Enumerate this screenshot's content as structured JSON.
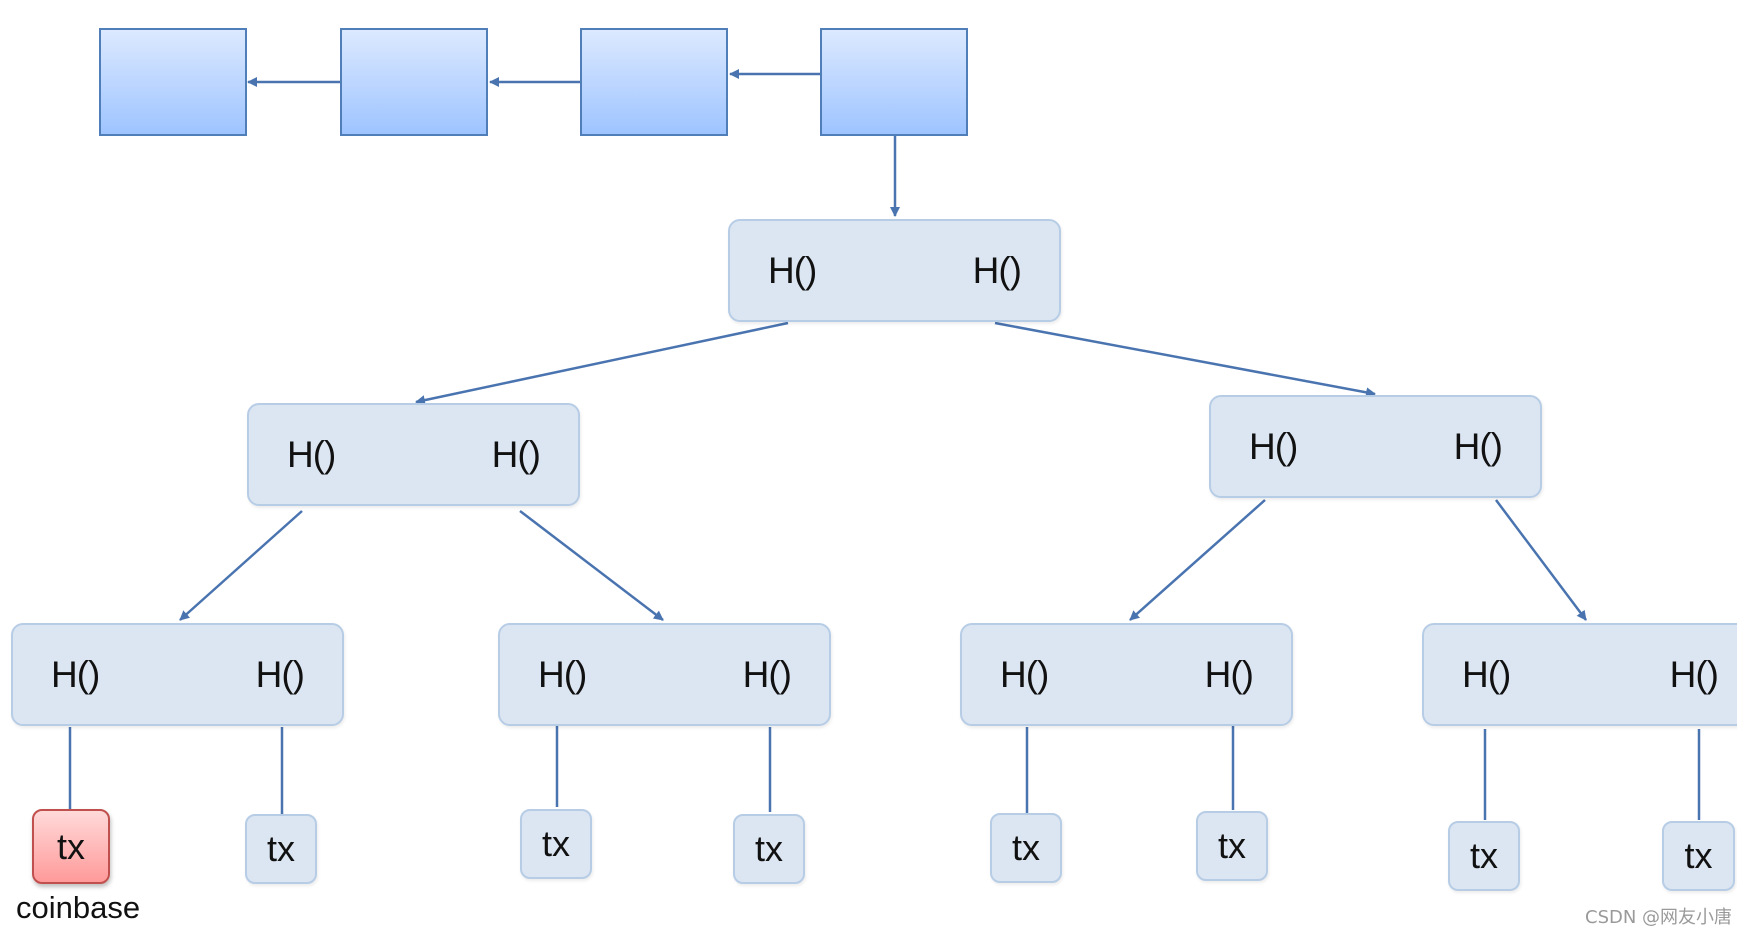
{
  "nodes": {
    "root": {
      "left": "H()",
      "right": "H()"
    },
    "l1_left": {
      "left": "H()",
      "right": "H()"
    },
    "l1_right": {
      "left": "H()",
      "right": "H()"
    },
    "l2_a": {
      "left": "H()",
      "right": "H()"
    },
    "l2_b": {
      "left": "H()",
      "right": "H()"
    },
    "l2_c": {
      "left": "H()",
      "right": "H()"
    },
    "l2_d": {
      "left": "H()",
      "right": "H()"
    }
  },
  "leaves": [
    "tx",
    "tx",
    "tx",
    "tx",
    "tx",
    "tx",
    "tx",
    "tx"
  ],
  "coinbase_label": "coinbase",
  "watermark": "CSDN @网友小唐",
  "colors": {
    "block_border": "#4f7eb8",
    "block_fill_top": "#dce9ff",
    "block_fill_bottom": "#9ec4ff",
    "node_fill": "#dce6f2",
    "node_border": "#b7cde6",
    "arrow": "#4a74b0",
    "coinbase_fill": "#ff9a9a",
    "coinbase_border": "#c0504d"
  }
}
